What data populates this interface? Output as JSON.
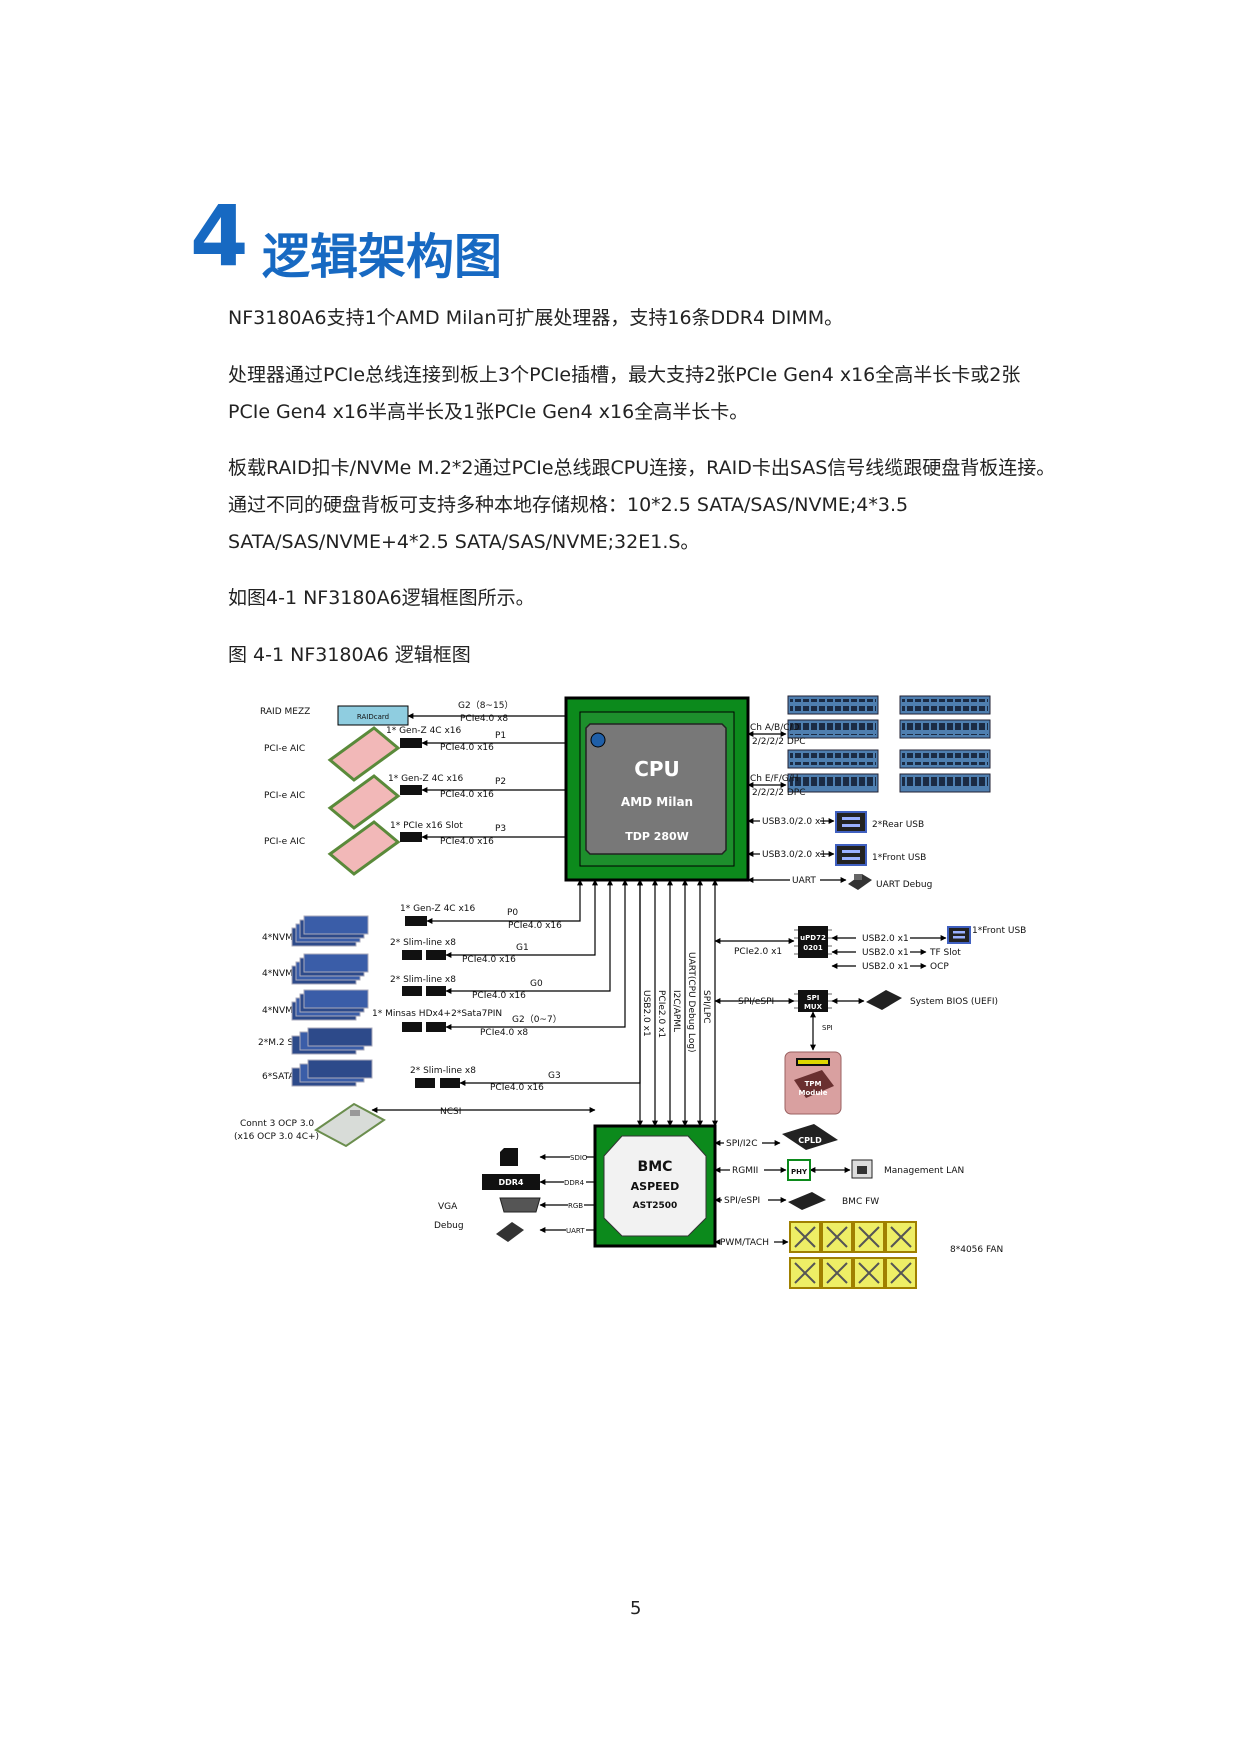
{
  "heading": {
    "number": "4",
    "title": "逻辑架构图"
  },
  "paragraphs": [
    "NF3180A6支持1个AMD Milan可扩展处理器，支持16条DDR4 DIMM。",
    "处理器通过PCIe总线连接到板上3个PCIe插槽，最大支持2张PCIe Gen4 x16全高半长卡或2张PCIe Gen4 x16半高半长及1张PCIe Gen4 x16全高半长卡。",
    "板载RAID扣卡/NVMe M.2*2通过PCIe总线跟CPU连接，RAID卡出SAS信号线缆跟硬盘背板连接。通过不同的硬盘背板可支持多种本地存储规格：10*2.5 SATA/SAS/NVME;4*3.5 SATA/SAS/NVME+4*2.5 SATA/SAS/NVME;32E1.S。",
    "如图4-1 NF3180A6逻辑框图所示。"
  ],
  "caption": "图 4-1 NF3180A6 逻辑框图",
  "page_number": "5",
  "diagram": {
    "cpu": {
      "title": "CPU",
      "model": "AMD Milan",
      "tdp": "TDP 280W"
    },
    "bmc": {
      "title": "BMC",
      "vendor": "ASPEED",
      "model": "AST2500"
    },
    "left_labels": [
      "RAID MEZZ",
      "PCI-e AIC",
      "PCI-e AIC",
      "PCI-e AIC",
      "4*NVMe",
      "4*NVMe",
      "4*NVMe",
      "2*M.2 SATA",
      "6*SATA3.0",
      "Connt 3 OCP 3.0",
      "(x16 OCP 3.0 4C+)"
    ],
    "raid_card": "RAIDcard",
    "slot_labels": [
      "1* Gen-Z 4C x16",
      "1* Gen-Z 4C x16",
      "1* PCIe x16 Slot",
      "1* Gen-Z 4C x16",
      "2* Slim-line x8",
      "2* Slim-line x8",
      "1* Minsas HDx4+2*Sata7PIN",
      "2* Slim-line x8"
    ],
    "link_labels": [
      "PCIe4.0 x8",
      "PCIe4.0 x16",
      "PCIe4.0 x16",
      "PCIe4.0 x16",
      "PCIe4.0 x16",
      "PCIe4.0 x16",
      "PCIe4.0 x16",
      "PCIe4.0 x8",
      "PCIe4.0 x16",
      "NCSI"
    ],
    "port_labels": [
      "G2（8~15）",
      "P1",
      "P2",
      "P3",
      "P0",
      "G1",
      "G0",
      "G2（0~7）",
      "G3"
    ],
    "memory_labels": [
      "Ch A/B/C/D",
      "2/2/2/2 DPC",
      "Ch E/F/G/H",
      "2/2/2/2 DPC"
    ],
    "right_cpu_links": [
      "USB3.0/2.0 x1",
      "USB3.0/2.0 x1",
      "UART"
    ],
    "right_cpu_targets": [
      "2*Rear USB",
      "1*Front USB",
      "UART Debug"
    ],
    "vertical_labels": [
      "USB2.0 x1",
      "PCIe2.0 x1",
      "I2C/APML",
      "UART(CPU Debug Log)",
      "SPI/LPC"
    ],
    "hub": {
      "chip_line1": "uPD72",
      "chip_line2": "0201",
      "link": "PCIe2.0 x1",
      "outputs": [
        "USB2.0 x1",
        "USB2.0 x1",
        "USB2.0 x1"
      ],
      "targets": [
        "1*Front USB",
        "TF Slot",
        "OCP"
      ]
    },
    "spi": {
      "chip_line1": "SPI",
      "chip_line2": "MUX",
      "link": "SPI/eSPI",
      "bios": "System BIOS (UEFI)",
      "spi_label": "SPI",
      "tpm_line1": "TPM",
      "tpm_line2": "Module"
    },
    "bmc_left": [
      "SDIO",
      "DDR4",
      "RGB",
      "UART"
    ],
    "ddr4_chip": "DDR4",
    "vga_labels": [
      "VGA",
      "Debug"
    ],
    "bmc_right": [
      "SPI/I2C",
      "RGMII",
      "SPI/eSPI",
      "PWM/TACH"
    ],
    "cpld": "CPLD",
    "phy": "PHY",
    "management_lan": "Management LAN",
    "bmc_fw": "BMC FW",
    "fan_label": "8*4056 FAN"
  }
}
